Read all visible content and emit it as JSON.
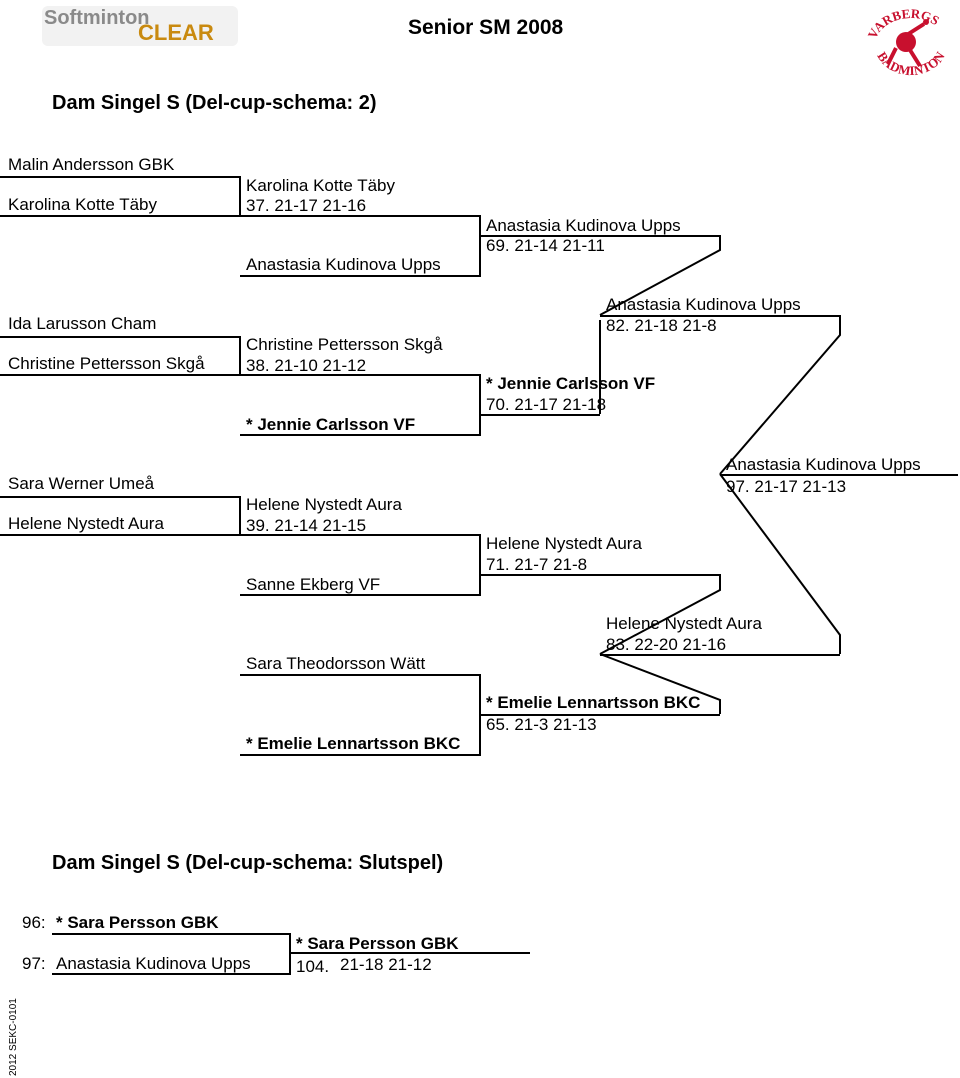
{
  "header": {
    "logo_text_top": "Softminton",
    "logo_text_bottom": "CLEAR",
    "title": "Senior SM 2008",
    "club_logo_top": "VARBERGS",
    "club_logo_bottom": "BADMINTON"
  },
  "section1": {
    "title": "Dam Singel S    (Del-cup-schema: 2)",
    "round1": [
      "Malin Andersson GBK",
      "Karolina Kotte Täby",
      "Ida Larusson Cham",
      "Christine Pettersson Skgå",
      "Sara Werner Umeå",
      "Helene Nystedt Aura"
    ],
    "round2": [
      {
        "winner": "Karolina Kotte Täby",
        "result": "37.  21-17 21-16"
      },
      {
        "player": "Anastasia Kudinova Upps"
      },
      {
        "winner": "Christine Pettersson Skgå",
        "result": "38.  21-10 21-12"
      },
      {
        "player": "* Jennie Carlsson VF"
      },
      {
        "winner": "Helene Nystedt Aura",
        "result": "39.  21-14 21-15"
      },
      {
        "player": "Sanne Ekberg VF"
      },
      {
        "player": "Sara Theodorsson Wätt"
      },
      {
        "player": "* Emelie Lennartsson BKC"
      }
    ],
    "round3": [
      {
        "winner": "Anastasia Kudinova Upps",
        "result": "69.  21-14 21-11"
      },
      {
        "winner": "* Jennie Carlsson VF",
        "result": "70.  21-17 21-18"
      },
      {
        "winner": "Helene Nystedt Aura",
        "result": "71.  21-7   21-8"
      },
      {
        "winner": "* Emelie Lennartsson BKC",
        "result": "65.  21-3   21-13"
      }
    ],
    "round4": [
      {
        "winner": "Anastasia Kudinova Upps",
        "result": "82.  21-18 21-8"
      },
      {
        "winner": "Helene Nystedt Aura",
        "result": "83.  22-20 21-16"
      }
    ],
    "final": {
      "winner": "Anastasia Kudinova Upps",
      "result": "97.  21-17 21-13"
    }
  },
  "section2": {
    "title": "Dam Singel S    (Del-cup-schema: Slutspel)",
    "entries": [
      {
        "num": "96:",
        "player": "* Sara Persson GBK"
      },
      {
        "num": "97:",
        "player": "Anastasia Kudinova Upps"
      }
    ],
    "final": {
      "winner": "* Sara Persson GBK",
      "num": "104.",
      "score": "21-18 21-12"
    }
  },
  "footer": {
    "code": "2012  SEKC-0101"
  }
}
